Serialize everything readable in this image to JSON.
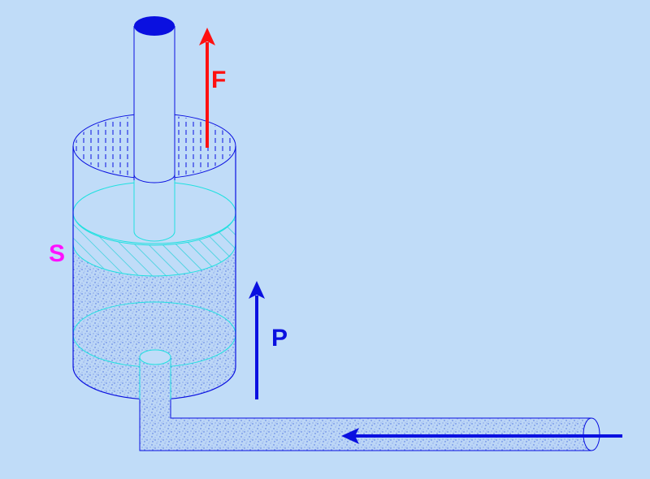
{
  "labels": {
    "force": "F",
    "pressure": "P",
    "surface": "S"
  },
  "colors": {
    "background": "#c0dcf8",
    "force_arrow": "#ff1010",
    "pressure_arrow": "#0a10e0",
    "surface_label": "#ff10ff",
    "outline": "#0a10e0",
    "piston_outline": "#20e0e0",
    "fluid": "#8cb0ec"
  }
}
